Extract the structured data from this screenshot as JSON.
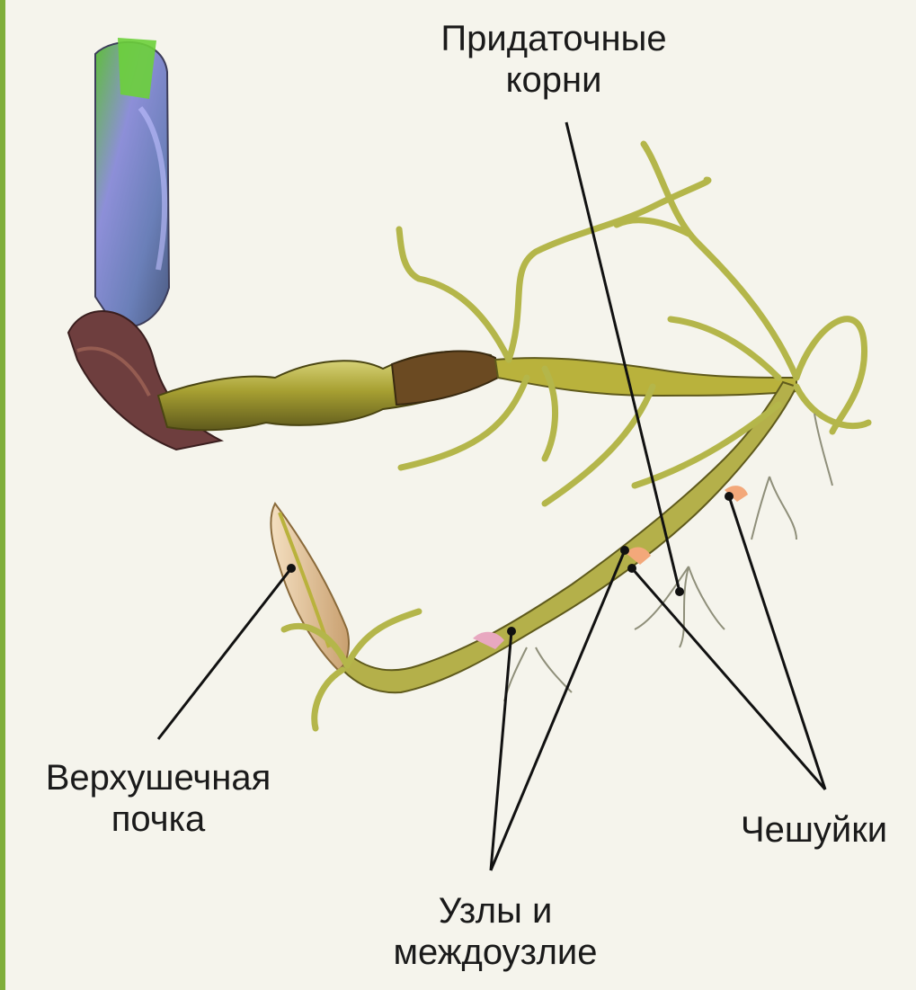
{
  "labels": {
    "adventitious_roots": "Придаточные корни",
    "apical_bud": "Верхушечная почка",
    "scales": "Чешуйки",
    "nodes_internodes": "Узлы и междоузлие"
  },
  "colors": {
    "background": "#f5f4ec",
    "border": "#7fae3a",
    "stem": "#b9b23c",
    "root": "#b4b64a",
    "shoot_green": "#6cbf3f",
    "shoot_purple": "#7f7fc9",
    "sheath": "#6e3e3e",
    "bud": "#e8c9a0",
    "scale": "#f3a87a",
    "line": "#111111"
  }
}
